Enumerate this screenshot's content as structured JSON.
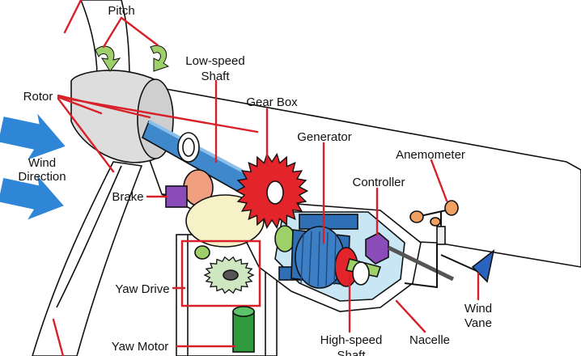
{
  "labels": {
    "pitch": "Pitch",
    "rotor": "Rotor",
    "low_speed_shaft_1": "Low-speed",
    "low_speed_shaft_2": "Shaft",
    "gear_box": "Gear Box",
    "generator": "Generator",
    "anemometer": "Anemometer",
    "wind_direction_1": "Wind",
    "wind_direction_2": "Direction",
    "brake": "Brake",
    "controller": "Controller",
    "yaw_drive": "Yaw Drive",
    "wind_vane_1": "Wind",
    "wind_vane_2": "Vane",
    "yaw_motor": "Yaw Motor",
    "high_speed_shaft_1": "High-speed",
    "high_speed_shaft_2": "Shaft",
    "nacelle": "Nacelle"
  },
  "colors": {
    "leader_line": "#d8202a",
    "wind_arrow": "#2f86d6",
    "gear": "#e3242b",
    "shaft": "#3f88cc",
    "generator": "#2f6fb5",
    "brake_box": "#8a4cb8",
    "controller_box": "#8a4cb8",
    "yaw_motor": "#2e9a3c",
    "wind_vane": "#2b64c0",
    "anemometer_cup": "#f0a060",
    "bull_gear": "#f7f1c8",
    "nacelle_fill": "#c9e6f5",
    "pitch_arrow": "#9ed06a"
  },
  "icons": {
    "wind_arrow": "wind-arrow-icon",
    "pitch_arrow": "curved-arrow-icon",
    "gear": "gear-icon",
    "wind_vane": "wind-vane-icon",
    "anemometer": "anemometer-icon"
  }
}
